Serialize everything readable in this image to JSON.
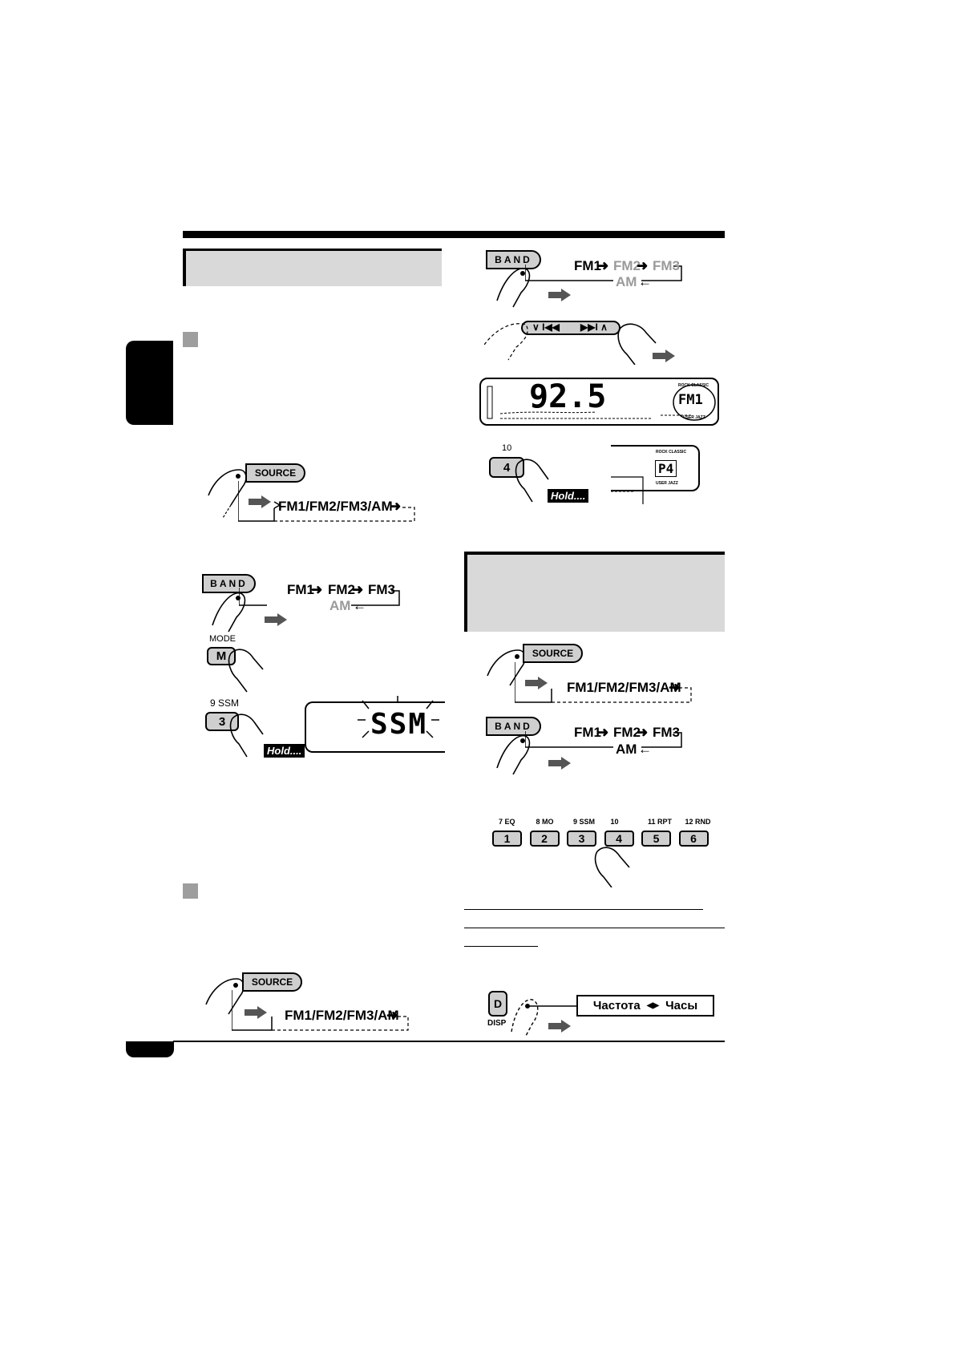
{
  "labels": {
    "source": "SOURCE",
    "band": "BAND",
    "mode": "MODE",
    "m": "M",
    "ssm_label": "9  SSM",
    "three": "3",
    "four": "4",
    "ten": "10",
    "hold": "Hold....",
    "fm_seq": "FM1/FM2/FM3/AM",
    "fm1": "FM1",
    "fm2": "FM2",
    "fm3": "FM3",
    "am": "AM",
    "lcd_ssm": "SSM",
    "lcd_freq": "92.5",
    "lcd_band": "FM1",
    "lcd_preset": "P4",
    "lcd_rock_classic": "ROCK CLASSIC",
    "lcd_user_jazz": "USER  JAZZ",
    "seek_left": "∨ I◀◀",
    "seek_right": "▶▶I ∧",
    "disp_d": "D",
    "disp": "DISP",
    "freq_word": "Частота",
    "clock_word": "Часы",
    "arrow_both": "◀▶"
  },
  "preset_buttons": [
    {
      "top": "7  EQ",
      "num": "1"
    },
    {
      "top": "8  MO",
      "num": "2"
    },
    {
      "top": "9  SSM",
      "num": "3"
    },
    {
      "top": "10",
      "num": "4"
    },
    {
      "top": "11 RPT",
      "num": "5"
    },
    {
      "top": "12  RND",
      "num": "6"
    }
  ],
  "colors": {
    "gray_band": "#d9d9d9",
    "button_fill": "#cfcfcf",
    "muted_text": "#9a9a9a"
  }
}
